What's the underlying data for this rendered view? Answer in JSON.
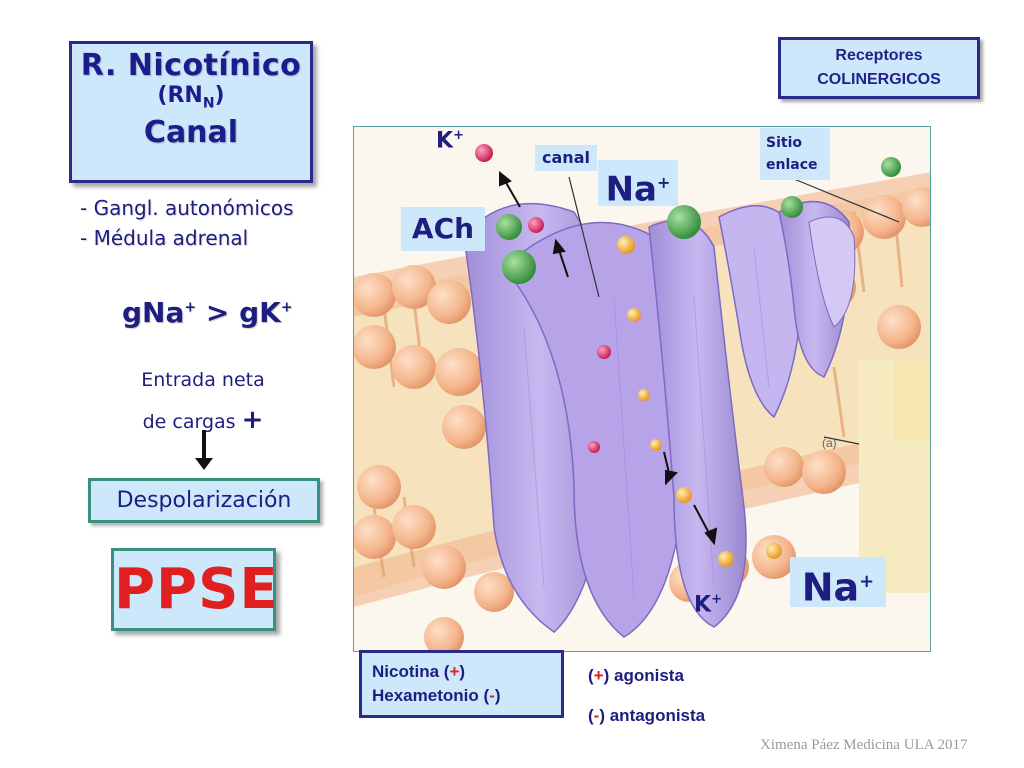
{
  "title_box": {
    "line1": "R. Nicotínico",
    "line2_main": "(RN",
    "line2_sub": "N",
    "line2_end": ")",
    "line3": "Canal"
  },
  "receptores_box": {
    "line1": "Receptores",
    "line2": "COLINERGICOS"
  },
  "locations": [
    "- Gangl. autonómicos",
    "- Médula adrenal"
  ],
  "conductance": {
    "a": "gNa",
    "a_sup": "+",
    "op": " > gK",
    "b_sup": "+"
  },
  "entrada": {
    "line1": "Entrada neta",
    "line2": "de cargas ",
    "plus": "+"
  },
  "despolarizacion": "Despolarización",
  "ppse": "PPSE",
  "illustration": {
    "k_top": "K",
    "k_top_sup": "+",
    "canal": "canal",
    "na_top": "Na",
    "na_top_sup": "+",
    "ach": "ACh",
    "sitio_line1": "Sitio",
    "sitio_line2": "enlace",
    "na_bottom": "Na",
    "na_bottom_sup": "+",
    "k_bottom": "K",
    "k_bottom_sup": "+",
    "panel_letter": "(a)"
  },
  "drugs": {
    "nicotina": "Nicotina (",
    "nicotina_sign": "+",
    "nicotina_end": ")",
    "hexametonio": "Hexametonio (",
    "hexametonio_sign": "-",
    "hexametonio_end": ")"
  },
  "legend": {
    "agonist_open": "(",
    "agonist_sign": "+",
    "agonist_text": ") agonista",
    "antagonist_open": "(",
    "antagonist_sign": "-",
    "antagonist_text": ") antagonista"
  },
  "credit": "Ximena Páez Medicina ULA 2017",
  "colors": {
    "box_fill": "#cde8fb",
    "box_border": "#2a2a8a",
    "text_blue": "#1e1e80",
    "accent_red": "#e02020",
    "membrane_lipid": "#f4b890",
    "channel_purple": "#b9a6e6",
    "ach_green": "#3a9a40",
    "na_ion": "#f2a020",
    "k_ion": "#d0205a"
  }
}
